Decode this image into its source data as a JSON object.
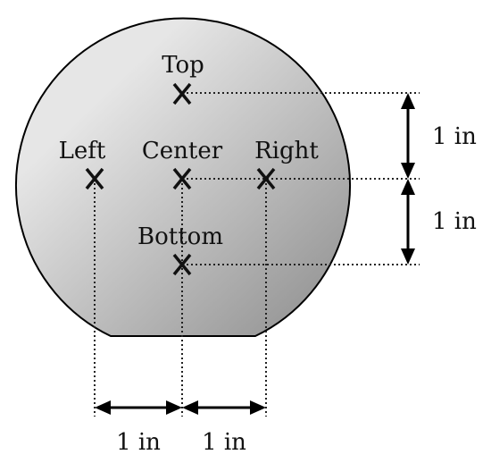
{
  "points": {
    "top": "Top",
    "left": "Left",
    "center": "Center",
    "right": "Right",
    "bottom": "Bottom"
  },
  "dimensions": {
    "vertical_upper": "1 in",
    "vertical_lower": "1 in",
    "horizontal_left": "1 in",
    "horizontal_right": "1 in"
  },
  "colors": {
    "wafer_light": "#e6e6e6",
    "wafer_dark": "#8c8c8c",
    "outline": "#000000"
  }
}
